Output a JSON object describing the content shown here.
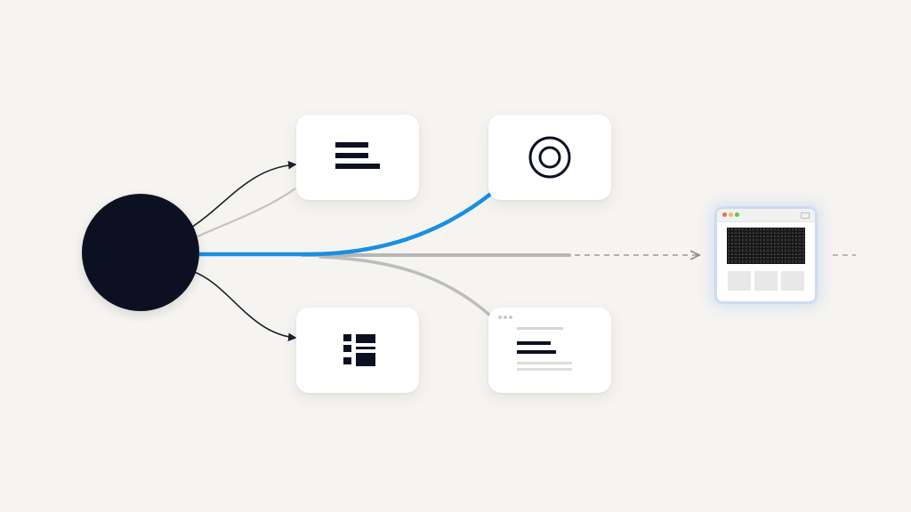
{
  "diagram": {
    "hub": {
      "icon": "hub-circle",
      "color": "#0c1122"
    },
    "nodes": [
      {
        "id": "menu",
        "icon": "menu-lines-icon"
      },
      {
        "id": "target",
        "icon": "target-rings-icon"
      },
      {
        "id": "grid",
        "icon": "block-grid-icon"
      },
      {
        "id": "doc",
        "icon": "document-lines-icon"
      }
    ],
    "output": {
      "icon": "browser-window-icon"
    },
    "colors": {
      "background": "#f6f4f1",
      "primary_link": "#1a8fe3",
      "dark_link": "#1c2030",
      "muted_link": "#b9b9b9",
      "dashed_link": "#9a9a9a"
    }
  }
}
